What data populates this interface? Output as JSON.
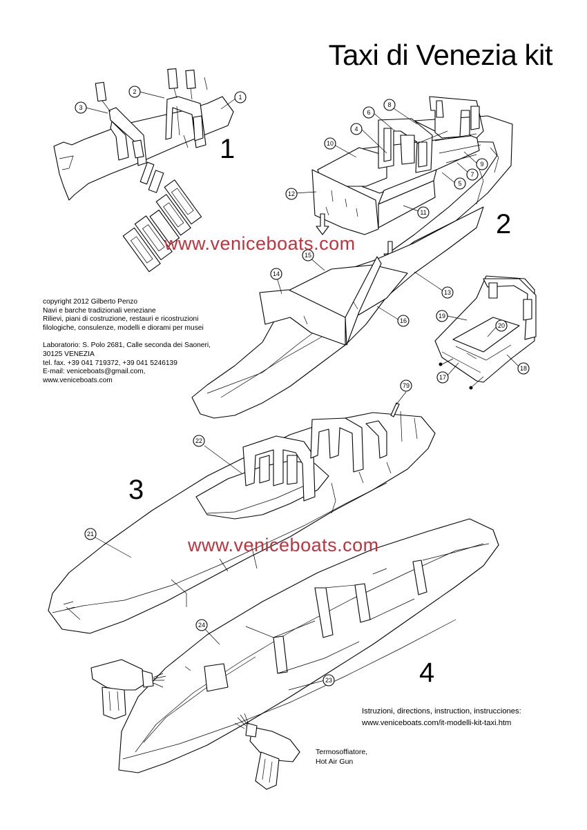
{
  "title": "Taxi di Venezia kit",
  "steps": [
    "1",
    "2",
    "3",
    "4"
  ],
  "watermark": "www.veniceboats.com",
  "copyright": {
    "line1": "copyright 2012 Gilberto Penzo",
    "line2": "Navi e barche tradizionali veneziane",
    "line3": "Rilievi, piani di costruzione, restauri e ricostruzioni",
    "line4": "filologiche, consulenze, modelli e diorami per musei"
  },
  "address": {
    "line1": "Laboratorio: S. Polo 2681, Calle seconda dei Saoneri,",
    "line2": "30125 VENEZIA",
    "line3": "tel. fax. +39 041 719372, +39 041 5246139",
    "line4": "E-mail: veniceboats@gmail.com,",
    "line5": "www.veniceboats.com"
  },
  "instructions": {
    "heading": "Istruzioni, directions, instruction, instrucciones:",
    "url": "www.veniceboats.com/it-modelli-kit-taxi.htm"
  },
  "tool_label": {
    "line1": "Termosoffiatore,",
    "line2": "Hot Air Gun"
  },
  "part_numbers": [
    "1",
    "2",
    "3",
    "4",
    "5",
    "6",
    "7",
    "8",
    "9",
    "10",
    "11",
    "12",
    "13",
    "14",
    "15",
    "16",
    "17",
    "18",
    "19",
    "20",
    "21",
    "22",
    "23",
    "24",
    "79"
  ],
  "colors": {
    "watermark": "#c3313b",
    "line": "#000000",
    "background": "#ffffff"
  }
}
